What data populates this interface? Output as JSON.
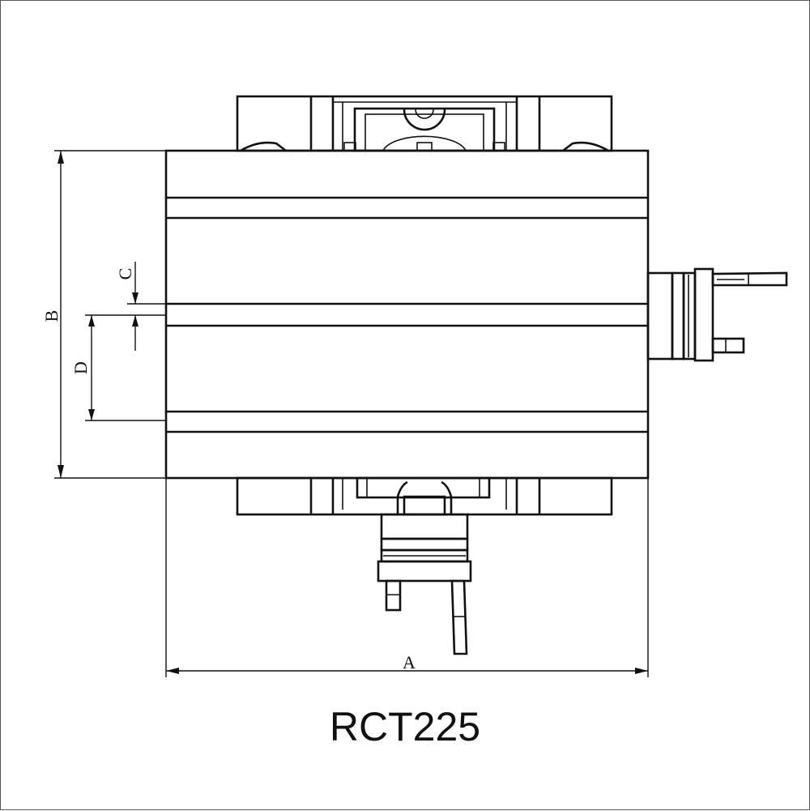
{
  "model": "RCT225",
  "dimension_labels": {
    "a": "A",
    "b": "B",
    "c": "C",
    "d": "D"
  },
  "colors": {
    "line": "#111111",
    "background": "#ffffff",
    "border": "#555555"
  }
}
